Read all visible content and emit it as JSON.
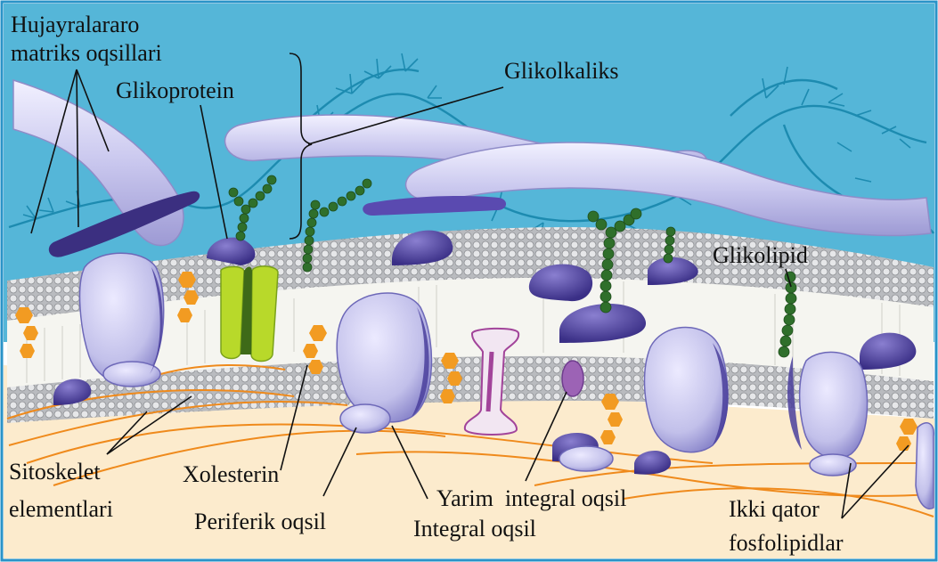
{
  "labels": {
    "hujayralararo_1": "Hujayralararo",
    "hujayralararo_2": "matriks oqsillari",
    "glikoprotein": "Glikoprotein",
    "glikolkaliks": "Glikolkaliks",
    "glikolipid": "Glikolipid",
    "sitoskelet_1": "Sitoskelet",
    "sitoskelet_2": "elementlari",
    "xolesterin": "Xolesterin",
    "periferik": "Periferik oqsil",
    "integral": "Integral oqsil",
    "yarim_integral": "Yarim  integral oqsil",
    "ikki_qator_1": "Ikki qator",
    "ikki_qator_2": "fosfolipidlar"
  },
  "colors": {
    "background_top": "#4fb3d6",
    "cytoplasm": "#fbe9c8",
    "lipid_heads": "#d9dadc",
    "protein_lavender": "#c7c6ea",
    "protein_dark": "#4a3f9c",
    "glyco_chain": "#2e6b2a",
    "glycocalyx_fiber": "#1f8fb0",
    "cholesterol": "#f19a23",
    "cytoskeleton": "#f08a1a",
    "channel_green": "#b8d92a",
    "magenta_protein": "#b24aa8"
  }
}
